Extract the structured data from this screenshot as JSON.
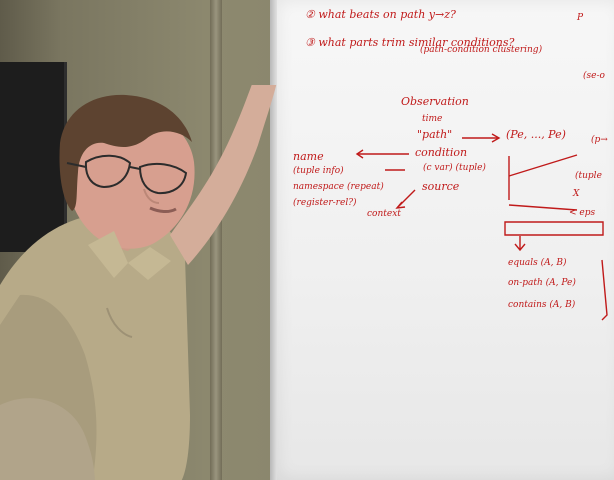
{
  "whiteboard": {
    "line_2": "② what beats on path y→z?",
    "line_3": "③ what parts trim similar conditions?",
    "line_3b": "(path-condition clustering)",
    "observation": "Observation",
    "time": "time",
    "path": "\"path\"",
    "condition": "condition",
    "source": "source",
    "name": "name",
    "tuple_info": "(tuple info)",
    "namespace": "namespace (repeat)",
    "register": "(register-rel?)",
    "c_var": "(c var) (tuple)",
    "context": "context",
    "pe_pe": "(Pe, ..., Pe)",
    "equals": "equals (A, B)",
    "on_path": "on-path (A, Pe)",
    "contains": "contains (A, B)"
  },
  "colors": {
    "marker": "#c01a1a",
    "board": "#f2f2f2",
    "wall": "#8d896f",
    "shirt": "#b7aa88"
  }
}
